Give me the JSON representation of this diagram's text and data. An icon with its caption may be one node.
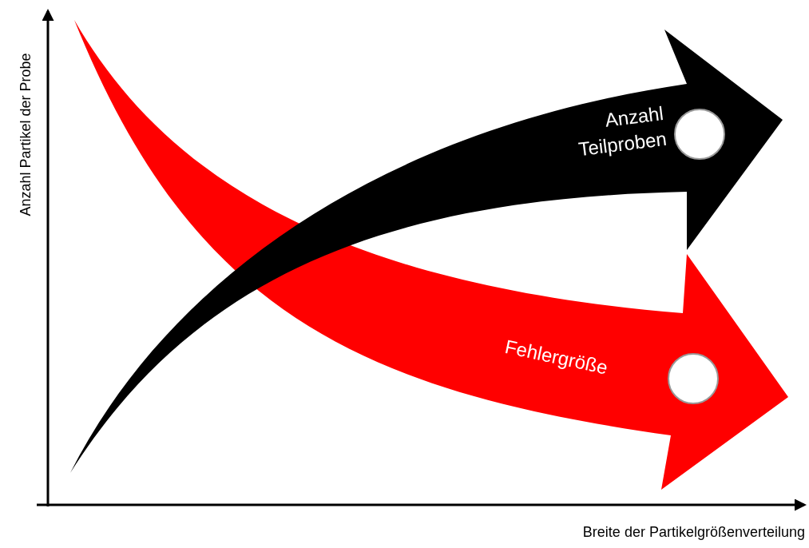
{
  "diagram": {
    "nodes": [
      {
        "text": [
          "Fehlergröße"
        ]
      },
      {
        "text": [
          "Anzahl Teilproben"
        ]
      }
    ],
    "labels": [
      "Anzahl Partikel der Probe",
      "Breite der Partikelgrößenverteilung"
    ]
  }
}
